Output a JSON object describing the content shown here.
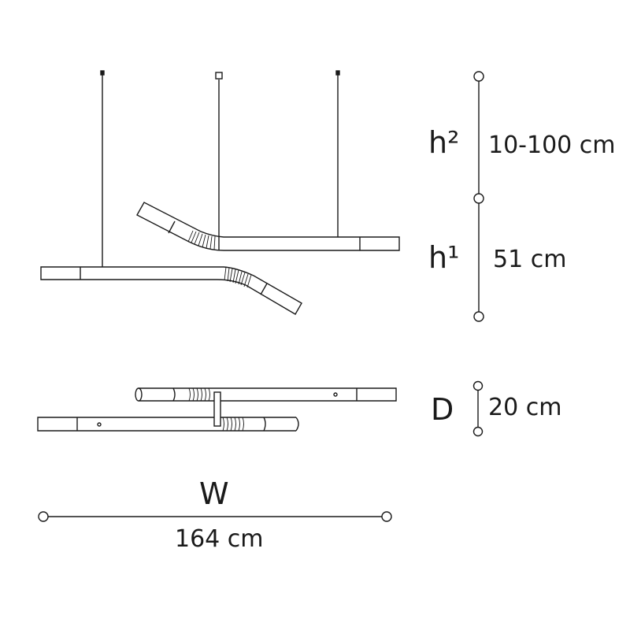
{
  "dimensions": {
    "h2": {
      "symbol": "h²",
      "value": "10-100 cm"
    },
    "h1": {
      "symbol": "h¹",
      "value": "51 cm"
    },
    "depth": {
      "symbol": "D",
      "value": "20 cm"
    },
    "width": {
      "symbol": "W",
      "value": "164 cm"
    }
  },
  "colors": {
    "line": "#1a1a1a",
    "background": "#ffffff"
  }
}
